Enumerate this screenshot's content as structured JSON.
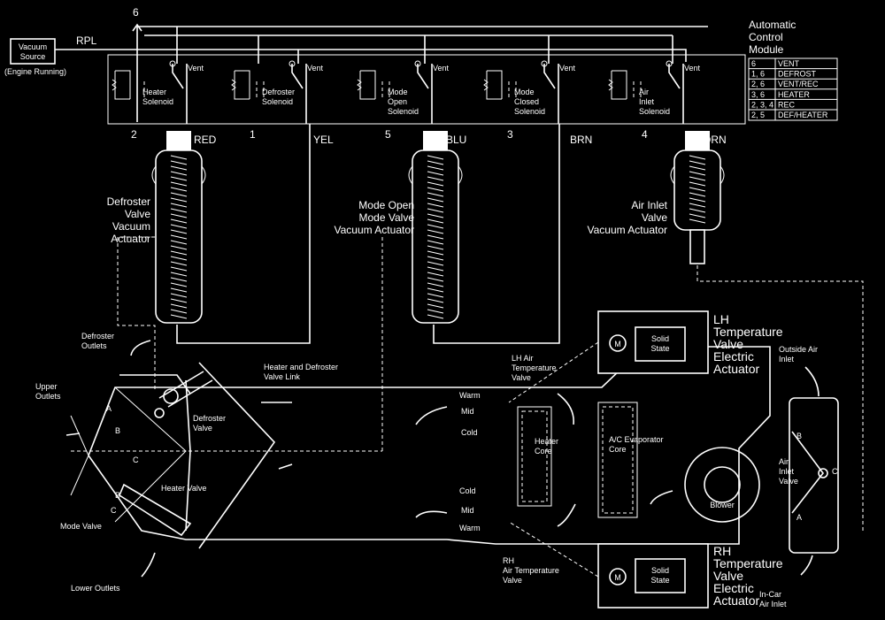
{
  "vacuum_source": {
    "line1": "Vacuum",
    "line2": "Source",
    "note": "(Engine Running)"
  },
  "rpl_label": "RPL",
  "tap_number": "6",
  "module": {
    "line1": "Automatic",
    "line2": "Control",
    "line3": "Module"
  },
  "legend": [
    {
      "num": "6",
      "text": "VENT"
    },
    {
      "num": "1, 6",
      "text": "DEFROST"
    },
    {
      "num": "2, 6",
      "text": "VENT/REC"
    },
    {
      "num": "3, 6",
      "text": "HEATER"
    },
    {
      "num": "2, 3, 4",
      "text": "REC"
    },
    {
      "num": "2, 5",
      "text": "DEF/HEATER"
    }
  ],
  "solenoids": [
    {
      "l1": "Heater",
      "l2": "Solenoid",
      "l3": "",
      "port": "2",
      "color": "RED"
    },
    {
      "l1": "Defroster",
      "l2": "Solenoid",
      "l3": "",
      "port": "1",
      "color": "YEL"
    },
    {
      "l1": "Mode",
      "l2": "Open",
      "l3": "Solenoid",
      "port": "5",
      "color": "BLU"
    },
    {
      "l1": "Mode",
      "l2": "Closed",
      "l3": "Solenoid",
      "port": "3",
      "color": "BRN"
    },
    {
      "l1": "Air",
      "l2": "Inlet",
      "l3": "Solenoid",
      "port": "4",
      "color": "ORN"
    }
  ],
  "vent_label": "Vent",
  "actuators": {
    "defroster": [
      "Defroster",
      "Valve",
      "Vacuum",
      "Actuator"
    ],
    "mode": [
      "Mode Open",
      "Mode Valve",
      "Vacuum Actuator"
    ],
    "air_inlet": [
      "Air Inlet",
      "Valve",
      "Vacuum Actuator"
    ]
  },
  "lh_actuator": {
    "lines": [
      "LH",
      "Temperature",
      "Valve",
      "Electric",
      "Actuator"
    ],
    "motor": "M",
    "solid1": "Solid",
    "solid2": "State"
  },
  "rh_actuator": {
    "lines": [
      "RH",
      "Temperature",
      "Valve",
      "Electric",
      "Actuator"
    ],
    "motor": "M",
    "solid1": "Solid",
    "solid2": "State"
  },
  "labels": {
    "defroster_outlets": [
      "Defroster",
      "Outlets"
    ],
    "upper_outlets": [
      "Upper",
      "Outlets"
    ],
    "lower_outlets": "Lower Outlets",
    "mode_valve": "Mode Valve",
    "heater_valve": "Heater Valve",
    "defroster_valve": [
      "Defroster",
      "Valve"
    ],
    "link": [
      "Heater and Defroster",
      "Valve Link"
    ],
    "lh_air_temp": [
      "LH Air",
      "Temperature",
      "Valve"
    ],
    "rh_air_temp": [
      "RH",
      "Air Temperature",
      "Valve"
    ],
    "warm": "Warm",
    "mid": "Mid",
    "cold": "Cold",
    "heater_core": [
      "Heater",
      "Core"
    ],
    "evap_core": [
      "A/C Evaporator",
      "Core"
    ],
    "blower": "Blower",
    "air_inlet_valve": [
      "Air",
      "Inlet",
      "Valve"
    ],
    "outside_air": [
      "Outside Air",
      "Inlet"
    ],
    "in_car_air": [
      "In-Car",
      "Air Inlet"
    ],
    "letter_a": "A",
    "letter_b": "B",
    "letter_c": "C"
  }
}
